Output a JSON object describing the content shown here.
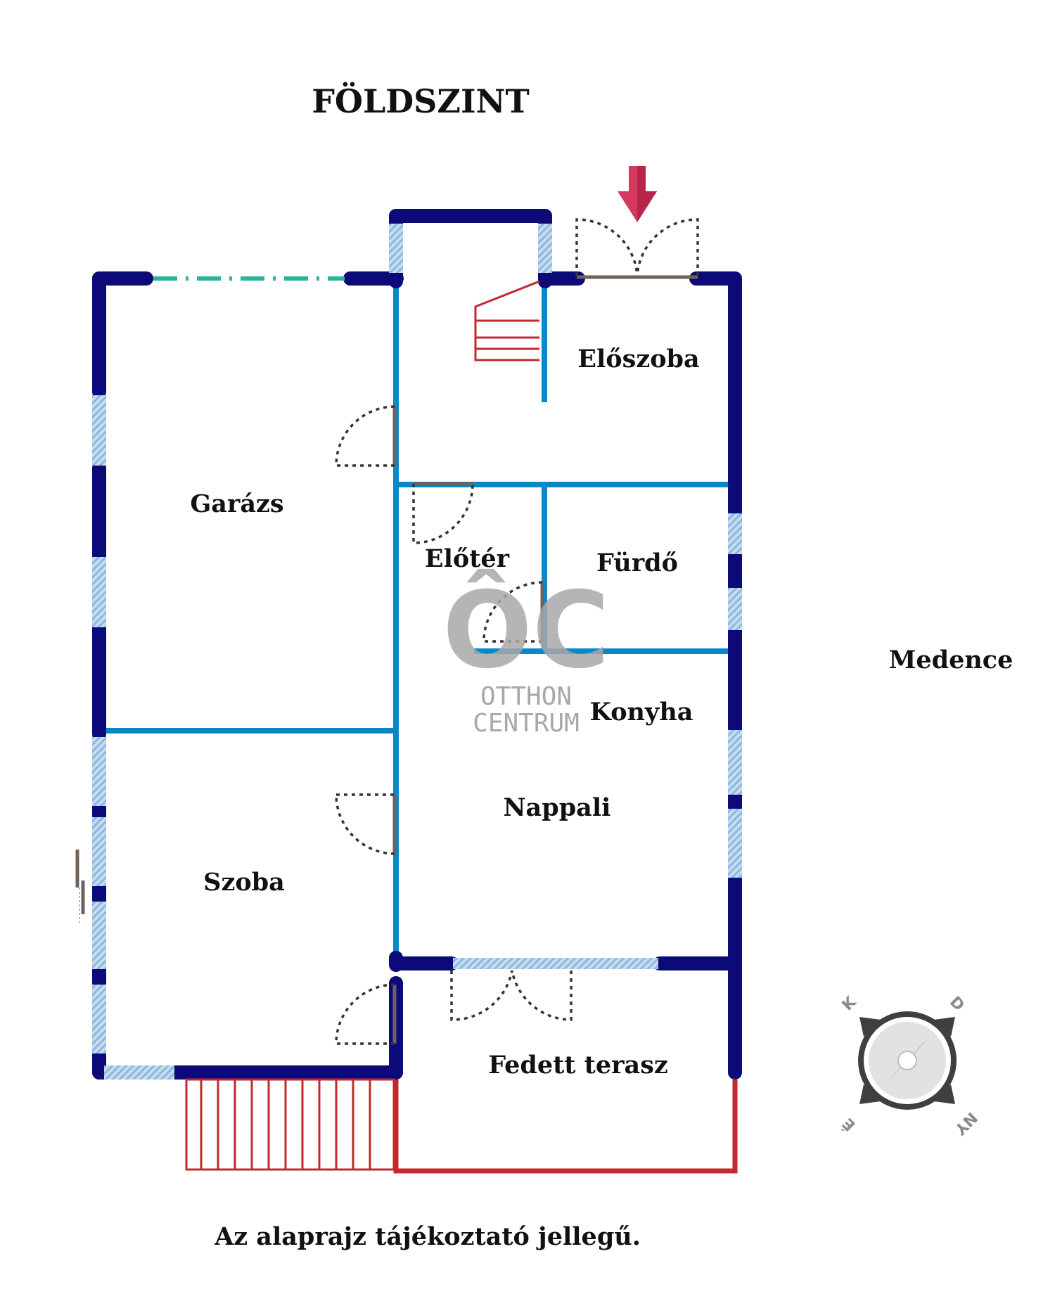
{
  "title": "FÖLDSZINT",
  "rooms": {
    "garage": "Garázs",
    "hall": "Előszoba",
    "vestibule": "Előtér",
    "bathroom": "Fürdő",
    "kitchen": "Konyha",
    "living": "Nappali",
    "bedroom": "Szoba",
    "terrace": "Fedett terasz",
    "pool": "Medence"
  },
  "watermark": {
    "logo": "ÔC",
    "line1": "OTTHON",
    "line2": "CENTRUM"
  },
  "compass": {
    "north": "É",
    "south": "D",
    "east": "K",
    "west": "NY"
  },
  "note": "Az alaprajz tájékoztató jellegű.",
  "colors": {
    "exterior_wall": "#0b0a78",
    "interior_wall": "#0a87c6",
    "window": "#9ec5e6",
    "stairs_terrace": "#c4282d",
    "entrance_arrow": "#d43a5e",
    "garage_door": "#2bb39b"
  }
}
